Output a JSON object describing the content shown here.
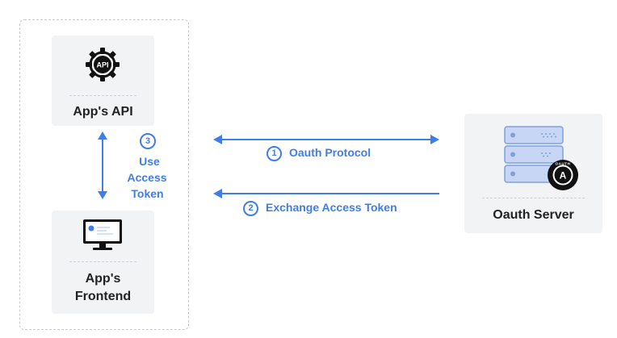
{
  "nodes": {
    "api": {
      "label": "App's API",
      "icon_text": "API"
    },
    "frontend": {
      "label_line1": "App's",
      "label_line2": "Frontend"
    },
    "oauth_server": {
      "label": "Oauth Server",
      "badge_text": "A",
      "badge_ring_text": "OAUTH"
    }
  },
  "edges": {
    "step1": {
      "number": "1",
      "label": "Oauth Protocol"
    },
    "step2": {
      "number": "2",
      "label": "Exchange Access Token"
    },
    "step3": {
      "number": "3",
      "label_line1": "Use",
      "label_line2": "Access",
      "label_line3": "Token"
    }
  },
  "colors": {
    "accent": "#3f7de8",
    "card": "#f2f3f5",
    "server": "#c8d6f5"
  }
}
